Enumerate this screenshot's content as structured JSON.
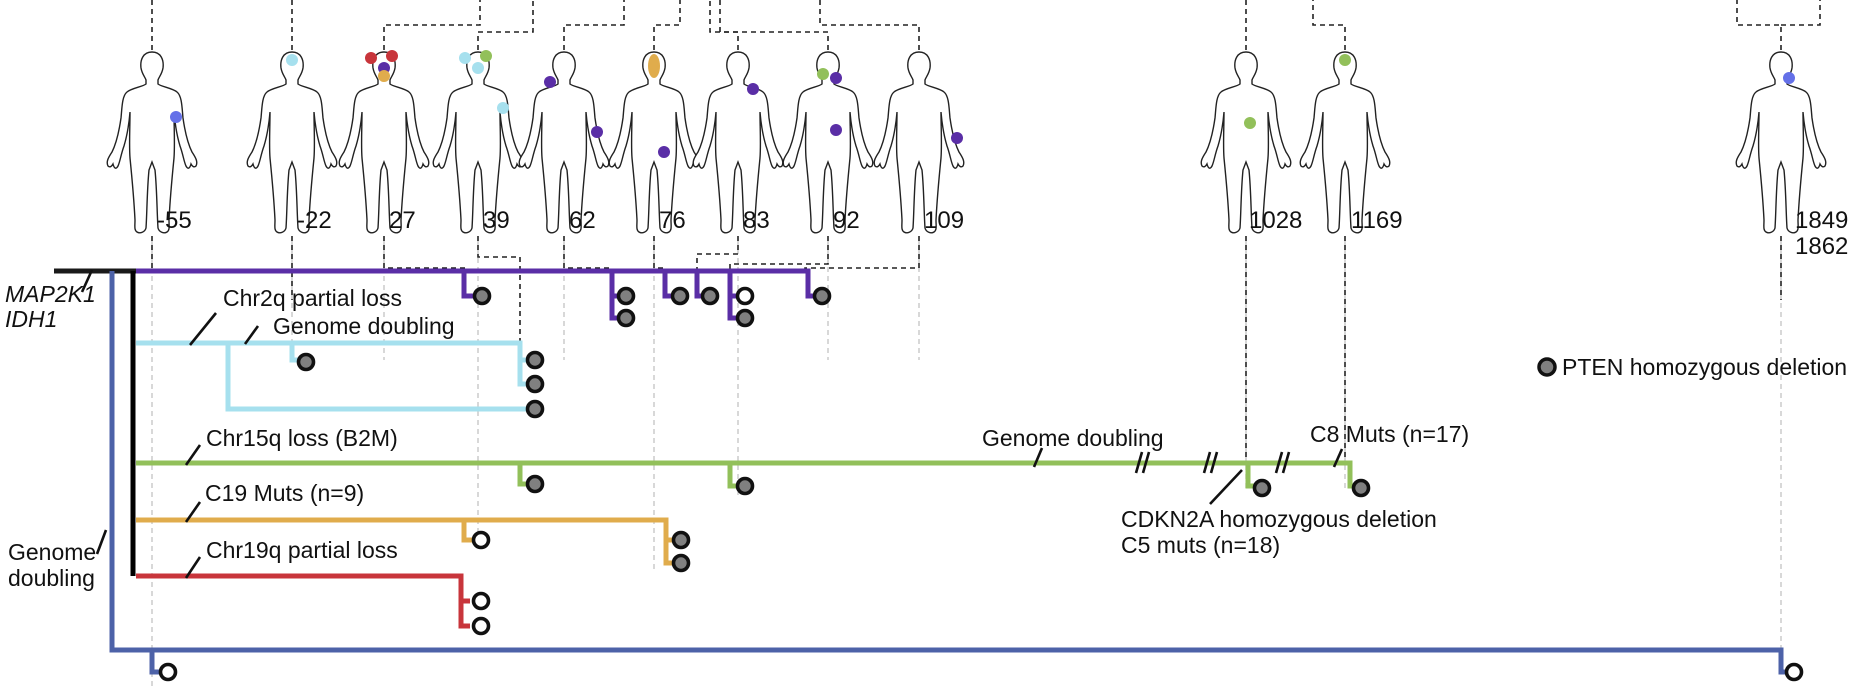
{
  "colors": {
    "root": "#1a1a1a",
    "purple": "#5a2ea6",
    "cyan": "#a6e0ee",
    "green": "#92c05a",
    "amber": "#e0ac4c",
    "red": "#c8353b",
    "blue": "#4d62a8",
    "trunk": "#000000",
    "site_blue": "#6470e8",
    "node_fill_pten": "#808080",
    "node_fill_plain": "#ffffff"
  },
  "timepoints": [
    {
      "id": "t-55",
      "label": "-55",
      "sites": [
        {
          "region": "right-forearm",
          "color": "site_blue"
        }
      ]
    },
    {
      "id": "t-22",
      "label": "-22",
      "sites": [
        {
          "region": "head",
          "color": "cyan"
        }
      ]
    },
    {
      "id": "t27",
      "label": "27",
      "sites": [
        {
          "region": "head-left",
          "color": "red"
        },
        {
          "region": "head-right",
          "color": "red"
        },
        {
          "region": "neck",
          "color": "purple"
        },
        {
          "region": "neck-lower",
          "color": "amber"
        }
      ]
    },
    {
      "id": "t39",
      "label": "39",
      "sites": [
        {
          "region": "head-left",
          "color": "cyan"
        },
        {
          "region": "head-right",
          "color": "green"
        },
        {
          "region": "neck",
          "color": "cyan"
        },
        {
          "region": "right-arm",
          "color": "cyan"
        }
      ]
    },
    {
      "id": "t62",
      "label": "62",
      "sites": [
        {
          "region": "left-shoulder",
          "color": "purple"
        },
        {
          "region": "right-wrist",
          "color": "purple"
        }
      ]
    },
    {
      "id": "t76",
      "label": "76",
      "sites": [
        {
          "region": "head-neck",
          "color": "amber"
        },
        {
          "region": "right-thigh",
          "color": "purple"
        }
      ]
    },
    {
      "id": "t83",
      "label": "83",
      "sites": [
        {
          "region": "right-shoulder",
          "color": "purple"
        }
      ]
    },
    {
      "id": "t92",
      "label": "92",
      "sites": [
        {
          "region": "neck-left",
          "color": "green"
        },
        {
          "region": "neck-right",
          "color": "purple"
        },
        {
          "region": "groin",
          "color": "purple"
        }
      ]
    },
    {
      "id": "t109",
      "label": "109",
      "sites": [
        {
          "region": "right-hand",
          "color": "purple"
        }
      ]
    },
    {
      "id": "t1028",
      "label": "1028",
      "sites": [
        {
          "region": "abdomen",
          "color": "green"
        }
      ]
    },
    {
      "id": "t1169",
      "label": "1169",
      "sites": [
        {
          "region": "head",
          "color": "green"
        }
      ]
    },
    {
      "id": "t1849",
      "label": "1849\n1862",
      "label_lines": [
        "1849",
        "1862"
      ],
      "sites": [
        {
          "region": "neck-right",
          "color": "site_blue"
        }
      ]
    }
  ],
  "annotations": {
    "root_mutations": [
      "MAP2K1",
      "IDH1"
    ],
    "cyan_1": "Chr2q partial loss",
    "cyan_2": "Genome doubling",
    "green_1": "Chr15q loss (B2M)",
    "green_2": "Genome doubling",
    "green_3": "C8 Muts (n=17)",
    "green_4_line1": "CDKN2A homozygous deletion",
    "green_4_line2": "C5 muts (n=18)",
    "amber_1": "C19 Muts (n=9)",
    "red_1": "Chr19q partial loss",
    "blue_1_line1": "Genome",
    "blue_1_line2": "doubling"
  },
  "legend": {
    "pten_label": "PTEN homozygous deletion"
  },
  "clades": [
    {
      "name": "purple",
      "leaves": [
        {
          "time": "39",
          "pten": true
        },
        {
          "time": "62",
          "pten": true
        },
        {
          "time": "62",
          "pten": true
        },
        {
          "time": "76",
          "pten": true
        },
        {
          "time": "83",
          "pten": true
        },
        {
          "time": "83",
          "pten": false
        },
        {
          "time": "83",
          "pten": true
        },
        {
          "time": "109",
          "pten": true
        }
      ]
    },
    {
      "name": "cyan",
      "leaves": [
        {
          "time": "-22",
          "pten": true
        },
        {
          "time": "39",
          "pten": true
        },
        {
          "time": "39",
          "pten": true
        },
        {
          "time": "39",
          "pten": true
        }
      ]
    },
    {
      "name": "green",
      "leaves": [
        {
          "time": "39",
          "pten": true
        },
        {
          "time": "83",
          "pten": true
        },
        {
          "time": "1028",
          "pten": true
        },
        {
          "time": "1169",
          "pten": true
        }
      ]
    },
    {
      "name": "amber",
      "leaves": [
        {
          "time": "27",
          "pten": false
        },
        {
          "time": "76",
          "pten": true
        },
        {
          "time": "76",
          "pten": true
        }
      ]
    },
    {
      "name": "red",
      "leaves": [
        {
          "time": "27",
          "pten": false
        },
        {
          "time": "27",
          "pten": false
        }
      ]
    },
    {
      "name": "blue",
      "leaves": [
        {
          "time": "-55",
          "pten": false
        },
        {
          "time": "1849",
          "pten": false
        }
      ]
    }
  ]
}
